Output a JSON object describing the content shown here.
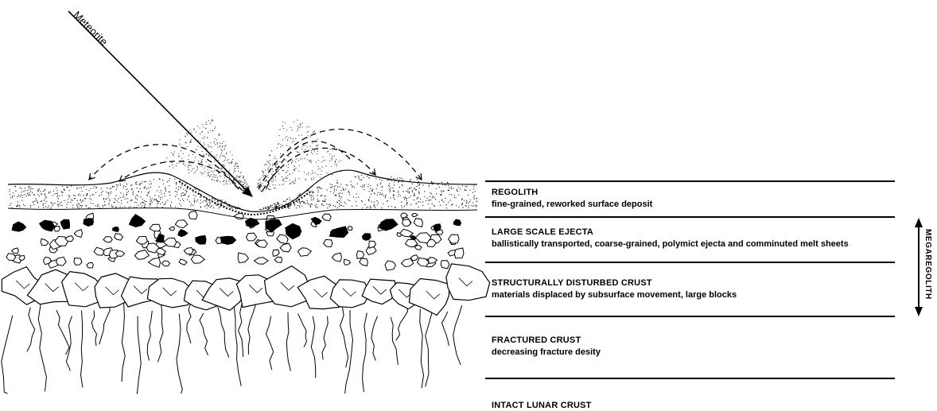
{
  "meteor_label": "Meteorite",
  "megaregolith_label": "MEGAREGOLITH",
  "layers": [
    {
      "title": "REGOLITH",
      "description": "fine-grained, reworked surface deposit"
    },
    {
      "title": "LARGE SCALE EJECTA",
      "description": "ballistically transported, coarse-grained, polymict ejecta and comminuted melt sheets"
    },
    {
      "title": "STRUCTURALLY DISTURBED CRUST",
      "description": "materials displaced by subsurface movement, large blocks"
    },
    {
      "title": "FRACTURED CRUST",
      "description": "decreasing fracture desity"
    },
    {
      "title": "INTACT LUNAR CRUST",
      "description": ""
    }
  ]
}
